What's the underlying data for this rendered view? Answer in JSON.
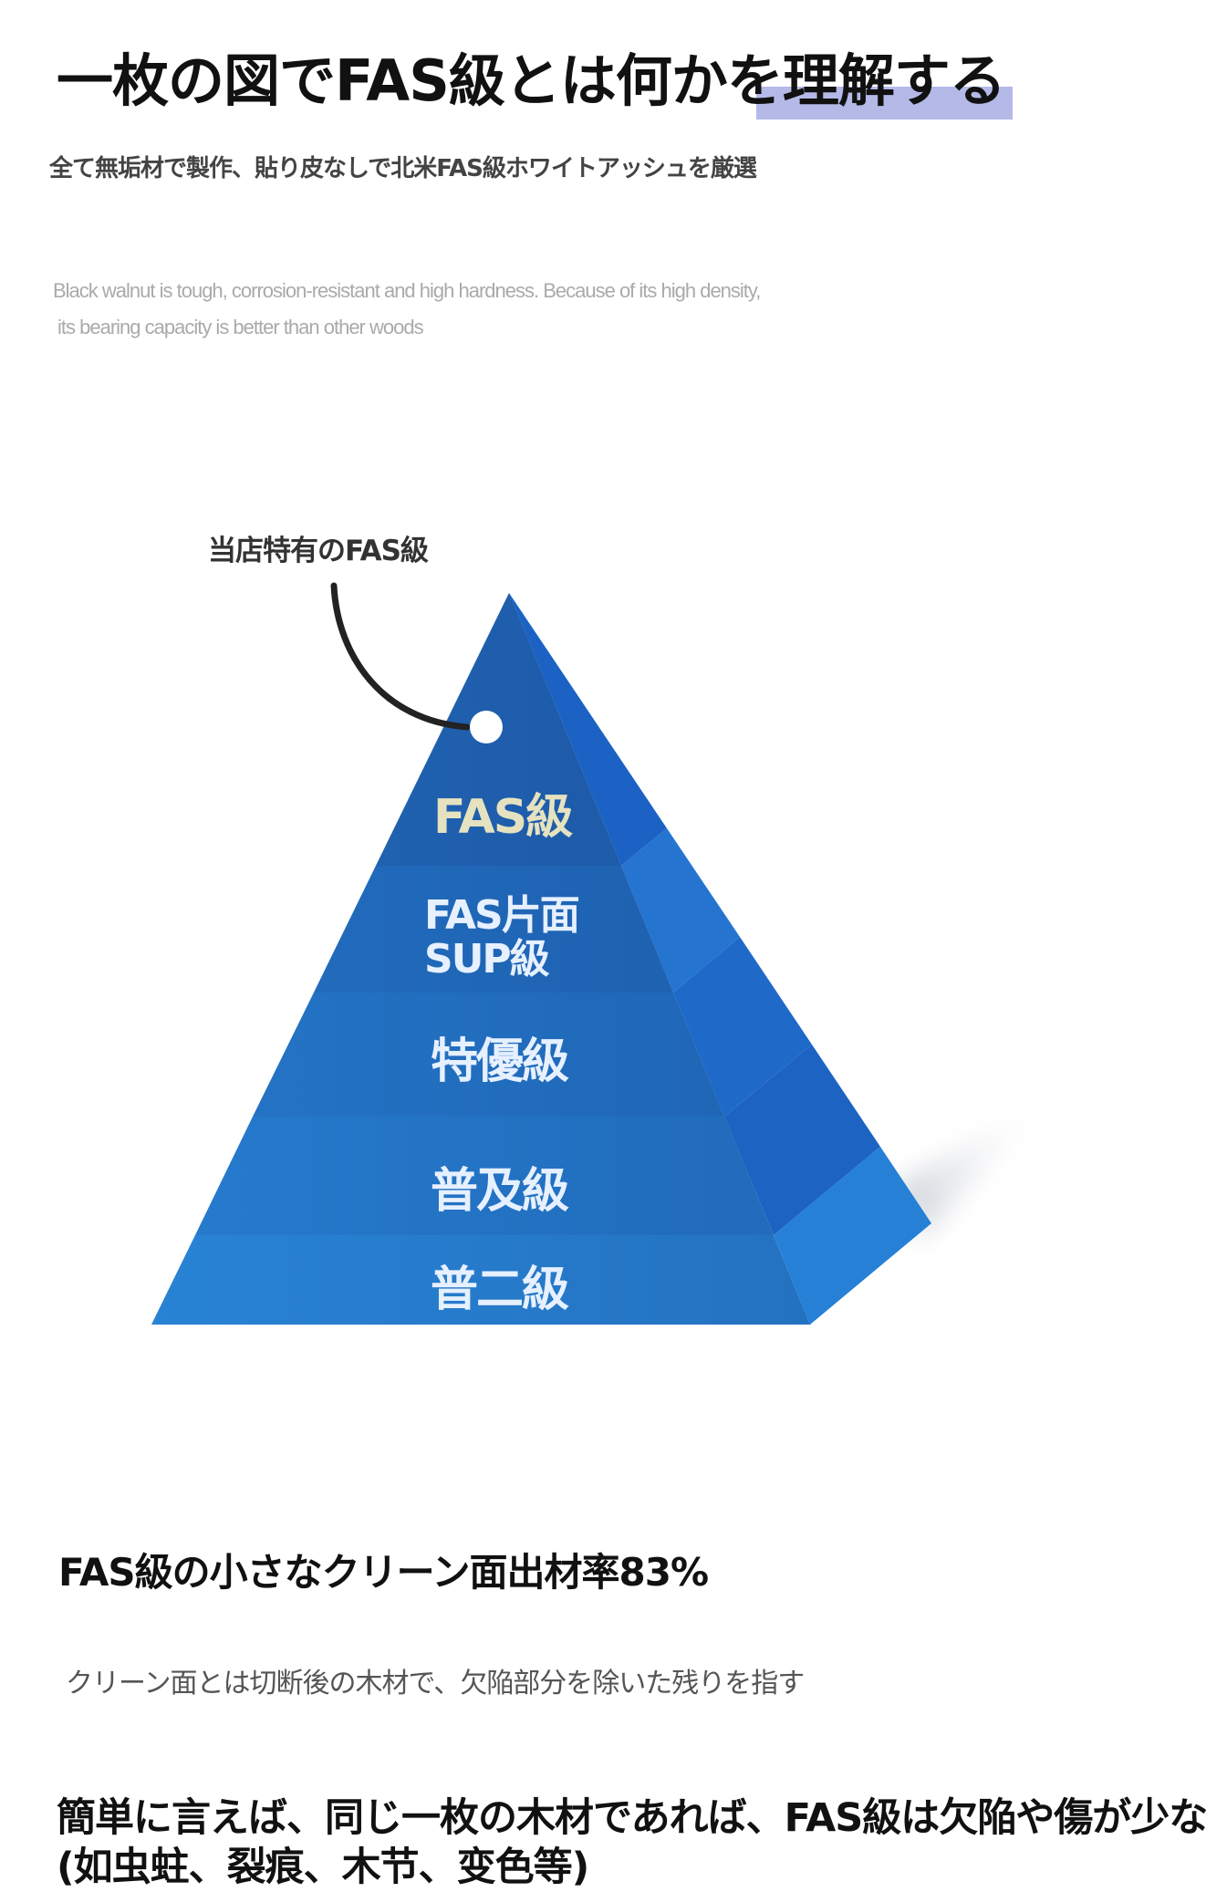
{
  "header": {
    "title": "一枚の図でFAS級とは何かを理解する",
    "subtitle": "全て無垢材で製作、貼り皮なしで北米FAS級ホワイトアッシュを厳選",
    "english_line1": "Black walnut is tough, corrosion-resistant and high hardness. Because of its high density,",
    "english_line2": "its bearing capacity is better than other woods"
  },
  "pyramid": {
    "tag_label": "当店特有のFAS級",
    "levels": [
      "FAS級",
      "FAS片面",
      "SUP級",
      "特優級",
      "普及級",
      "普二級"
    ],
    "colors": {
      "top": "#1d5aa8",
      "bottom": "#2a86d8",
      "highlight_text": "#e6e2bf"
    }
  },
  "section": {
    "heading": "FAS級の小さなクリーン面出材率83%",
    "note": "クリーン面とは切断後の木材で、欠陥部分を除いた残りを指す",
    "body_line1": "簡単に言えば、同じ一枚の木材であれば、FAS級は欠陥や傷が少な",
    "body_line2": "(如虫蛀、裂痕、木节、变色等)"
  }
}
